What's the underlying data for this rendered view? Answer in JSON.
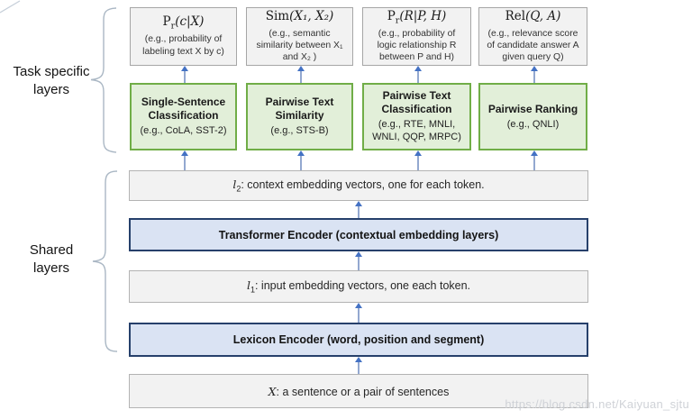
{
  "diagram": {
    "left_labels": {
      "task_specific_line1": "Task specific",
      "task_specific_line2": "layers",
      "shared_line1": "Shared",
      "shared_line2": "layers"
    },
    "task_outputs": [
      {
        "formula_main": "P",
        "formula_sub": "r",
        "formula_args": "(c|X)",
        "caption": "(e.g., probability of labeling text X by c)"
      },
      {
        "formula_main": "Sim",
        "formula_sub": "",
        "formula_args": "(X₁, X₂)",
        "caption": "(e.g., semantic similarity between X₁ and X₂ )"
      },
      {
        "formula_main": "P",
        "formula_sub": "r",
        "formula_args": "(R|P, H)",
        "caption": "(e.g., probability of logic relationship R between P and H)"
      },
      {
        "formula_main": "Rel",
        "formula_sub": "",
        "formula_args": "(Q, A)",
        "caption": "(e.g., relevance score of candidate answer A given query Q)"
      }
    ],
    "task_modules": [
      {
        "title": "Single-Sentence Classification",
        "examples": "(e.g., CoLA, SST-2)"
      },
      {
        "title": "Pairwise Text Similarity",
        "examples": "(e.g., STS-B)"
      },
      {
        "title": "Pairwise Text Classification",
        "examples": "(e.g., RTE, MNLI, WNLI, QQP, MRPC)"
      },
      {
        "title": "Pairwise Ranking",
        "examples": "(e.g., QNLI)"
      }
    ],
    "shared_layers": {
      "l2_lead": "l",
      "l2_sub": "2",
      "l2_text": ": context embedding vectors, one for each token.",
      "transformer": "Transformer Encoder (contextual embedding layers)",
      "l1_lead": "l",
      "l1_sub": "1",
      "l1_text": ": input embedding vectors, one each token.",
      "lexicon": "Lexicon Encoder (word, position and segment)",
      "input_lead": "X",
      "input_text": ": a sentence or a pair of sentences"
    },
    "watermark": "https://blog.csdn.net/Kaiyuan_sjtu",
    "colors": {
      "task_output_fill": "#f2f2f2",
      "task_output_border": "#a6a6a6",
      "module_fill": "#e2efd9",
      "module_border": "#70ad47",
      "bar_gray_fill": "#f2f2f2",
      "bar_gray_border": "#b3b3b3",
      "bar_blue_fill": "#dae3f3",
      "bar_blue_border": "#26406b",
      "arrow": "#4472c4",
      "brace": "#aab7c4"
    }
  }
}
